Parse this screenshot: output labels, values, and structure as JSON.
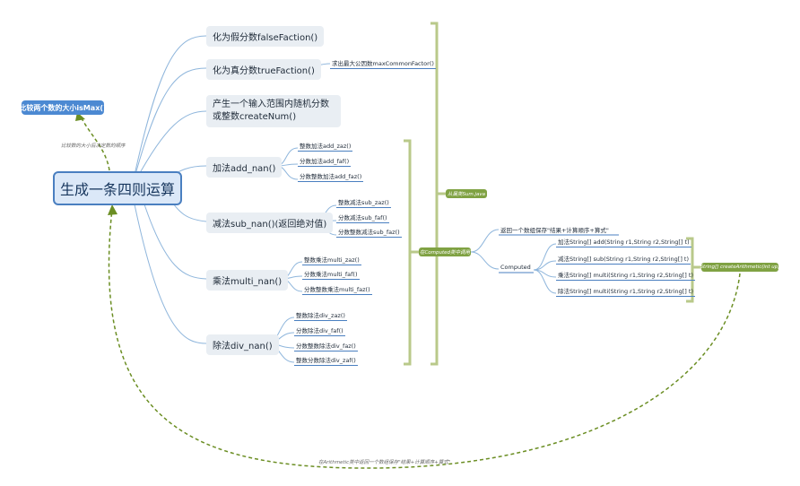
{
  "root": "生成一条四则运算",
  "left_node": {
    "label": "比较两个数的大小isMax()",
    "note": "比较数的大小后决定数的顺序"
  },
  "branches": {
    "false_faction": "化为假分数falseFaction()",
    "true_faction": "化为真分数trueFaction()",
    "true_faction_child": "求出最大公因数maxCommonFactor()",
    "create_num": "产生一个输入范围内随机分数或整数createNum()",
    "add": {
      "label": "加法add_nan()",
      "children": [
        "整数加法add_zaz()",
        "分数加法add_faf()",
        "分数整数加法add_faz()"
      ]
    },
    "sub": {
      "label": "减法sub_nan()(返回绝对值)",
      "children": [
        "整数减法sub_zaz()",
        "分数减法sub_faf()",
        "分数整数减法sub_faz()"
      ]
    },
    "multi": {
      "label": "乘法multi_nan()",
      "children": [
        "整数乘法multi_zaz()",
        "分数乘法multi_faf()",
        "分数整数乘法multi_faz()"
      ]
    },
    "div": {
      "label": "除法div_nan()",
      "children": [
        "整数除法div_zaz()",
        "分数除法div_faf()",
        "分数整数除法div_faz()",
        "整数分数除法div_zaf()"
      ]
    }
  },
  "summary_top": "从属类Sum.java",
  "summary_computed": "在Computed类中调用",
  "computed": {
    "return_note": "返回一个数组保存\"结果+计算顺序+算式\"",
    "label": "Computed",
    "methods": [
      "加法String[] add(String r1,String r2,String[] t)",
      "减法String[] sub(String r1,String r2,String[] t)",
      "乘法String[] multi(String r1,String r2,String[] t)",
      "除法String[] multi(String r1,String r2,String[] t)"
    ]
  },
  "create_arithmetic": "String[] createArithmetic(int up)",
  "bottom_note": "在Arithmetic类中返回一个数组保存\"结果+计算顺序+算式\"",
  "colors": {
    "link": "#8fb6dc",
    "leaf_line": "#4a7fc0",
    "bracket": "#b9c98a",
    "dash": "#6b8e23",
    "green": "#80a243",
    "blue": "#4c89d2"
  }
}
